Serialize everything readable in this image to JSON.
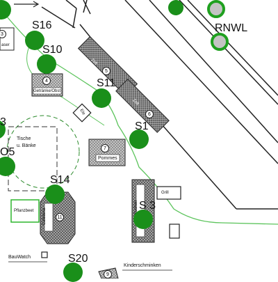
{
  "markers": {
    "s16": "S16",
    "s10": "S10",
    "s11": "S11",
    "s12": "S1",
    "s14": "S14",
    "s13": "S 3",
    "s20": "S20",
    "o5": "O5",
    "left3": "3",
    "rnwl": "RNWL"
  },
  "areas": {
    "tische_line1": "Tische",
    "tische_line2": "u. Bänke",
    "pommes_label": "Pommes",
    "pommes_num": "7",
    "getraenke_label": "Getränke/Obst",
    "getraenke_num": "4",
    "stall5_label": "Zelt",
    "stall5_num": "5",
    "stall6_label": "Zelt",
    "stall6_num": "6",
    "ele_label": "Ele",
    "cafeteria_label": "Cafeteria",
    "cafeteria_num": "11",
    "pflanzbeet_label": "Pflanzbeet",
    "grill_label": "Grill",
    "bude_label": "Kuchen",
    "top_left_label": "aser",
    "top_left_num": "3",
    "bauwatch_label": "BauWatch",
    "kinderschminken_label": "Kinderschminken",
    "bottom_num": "9"
  },
  "colors": {
    "marker_green": "#1a8f1a",
    "path_green": "#5cc45c",
    "grey_marker": "#c4c4c4",
    "hatch_dark": "#3a3a3a"
  }
}
